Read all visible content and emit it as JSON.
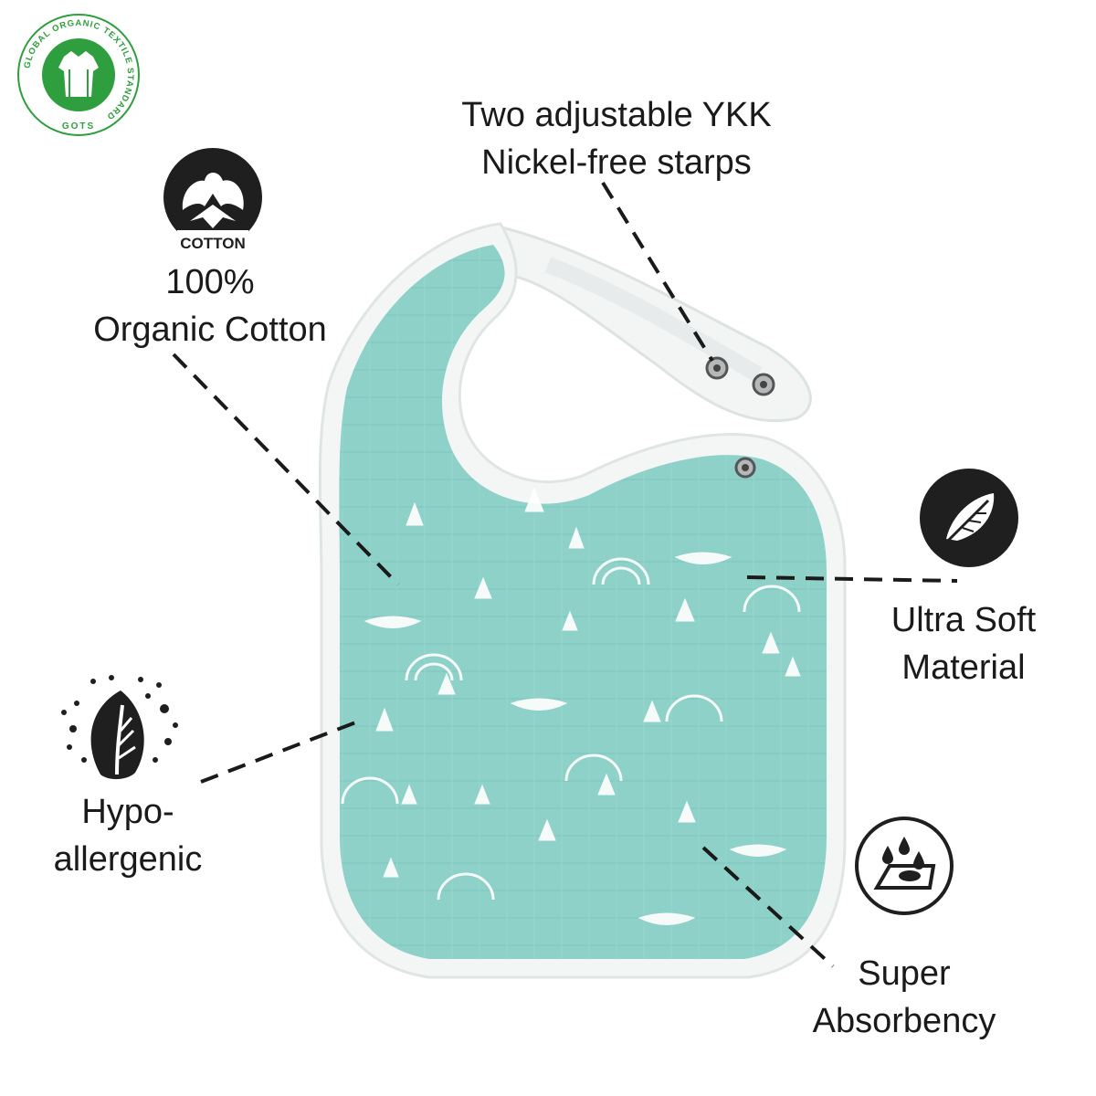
{
  "badge": {
    "ring_text": "GLOBAL ORGANIC TEXTILE STANDARD",
    "bottom_text": "GOTS",
    "color": "#2f9e3f"
  },
  "features": [
    {
      "icon": "cotton-boll-icon",
      "icon_label": "COTTON",
      "lines": [
        "100%",
        "Organic Cotton"
      ]
    },
    {
      "icon": "snap-button-icon",
      "lines": [
        "Two adjustable YKK",
        "Nickel-free starps"
      ]
    },
    {
      "icon": "feather-icon",
      "lines": [
        "Ultra Soft",
        "Material"
      ]
    },
    {
      "icon": "leaf-icon",
      "lines": [
        "Hypo-",
        "allergenic"
      ]
    },
    {
      "icon": "water-drop-icon",
      "lines": [
        "Super",
        "Absorbency"
      ]
    }
  ],
  "colors": {
    "bib_fabric": "#8dd1c8",
    "bib_border": "#f4f6f6",
    "icon_dark": "#1f1f1f",
    "text": "#1a1a1a"
  }
}
